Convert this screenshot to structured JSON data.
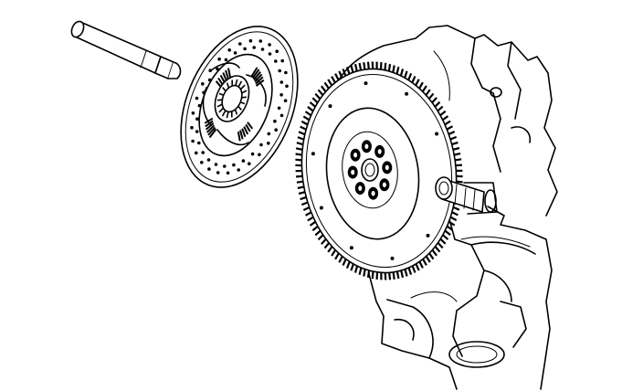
{
  "diagram": {
    "parts": [
      {
        "id": "alignment-tool",
        "icon": "alignment-tool-icon"
      },
      {
        "id": "clutch-disc",
        "icon": "clutch-disc-icon"
      },
      {
        "id": "flywheel",
        "icon": "flywheel-icon"
      },
      {
        "id": "engine-block",
        "icon": "engine-block-icon"
      }
    ],
    "colors": {
      "line": "#000000",
      "background": "#ffffff"
    }
  }
}
